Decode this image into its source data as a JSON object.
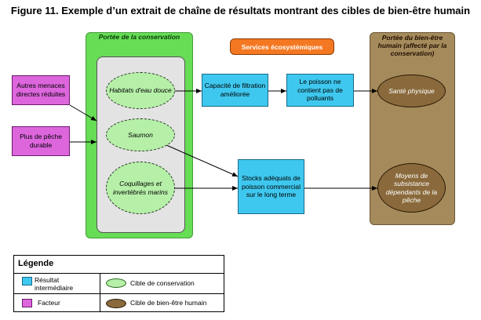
{
  "title": "Figure 11. Exemple d’un extrait de chaîne de résultats montrant des cibles de bien-être humain",
  "scope_conservation": "Portée de la conservation",
  "scope_wellbeing": "Portée du bien-être humain (affecté par la conservation)",
  "ecosystem_services": "Services écosystémiques",
  "factors": [
    "Autres menaces directes réduites",
    "Plus de pêche durable"
  ],
  "conservation_targets": [
    "Habitats d'eau douce",
    "Saumon",
    "Coquillages et invertébrés marins"
  ],
  "intermediate_results": [
    "Capacité de filtration améliorée",
    "Le poisson ne contient pas de polluants",
    "Stocks adéquats de poisson commercial sur le long terme"
  ],
  "wellbeing_targets": [
    "Santé physique",
    "Moyens de subsistance dépendants de la pêche"
  ],
  "legend": {
    "heading": "Légende",
    "intermediate": "Résultat intermédiaire",
    "conservation_target": "Cible de conservation",
    "factor": "Facteur",
    "wellbeing_target": "Cible de bien-être humain"
  },
  "colors": {
    "factor": "#dd66dd",
    "intermediate": "#3fc8ef",
    "conservation_scope": "#66dd55",
    "conservation_target": "#b6f0a8",
    "wellbeing_scope": "#a58a5c",
    "wellbeing_target": "#8a6a3c",
    "ecosystem_services": "#f47822"
  }
}
